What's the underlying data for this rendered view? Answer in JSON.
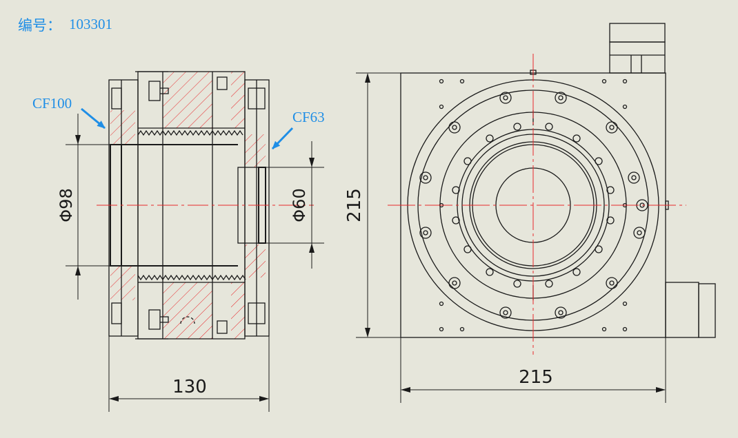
{
  "header": {
    "label": "编号：",
    "code": "103301"
  },
  "labels": {
    "cf100": "CF100",
    "cf63": "CF63"
  },
  "dimensions": {
    "width_side": "130",
    "dia_left": "Φ98",
    "dia_right": "Φ60",
    "height_front": "215",
    "width_front": "215"
  },
  "colors": {
    "background": "#e6e6db",
    "line": "#1a1a1a",
    "centerline": "#e8282b",
    "hatch": "#e8282b",
    "callout": "#1f8ee6"
  }
}
